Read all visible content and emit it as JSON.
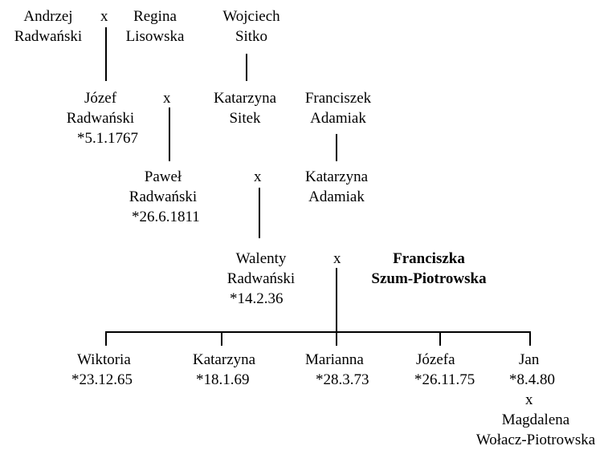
{
  "generation1": {
    "andrzej": {
      "given": "Andrzej",
      "surname": "Radwański"
    },
    "x": "x",
    "regina": {
      "given": "Regina",
      "surname": "Lisowska"
    },
    "wojciech": {
      "given": "Wojciech",
      "surname": "Sitko"
    }
  },
  "generation2": {
    "jozef": {
      "given": "Józef",
      "surname": "Radwański",
      "birth": "*5.1.1767"
    },
    "x": "x",
    "katarzyna": {
      "given": "Katarzyna",
      "surname": "Sitek"
    },
    "franciszek": {
      "given": "Franciszek",
      "surname": "Adamiak"
    }
  },
  "generation3": {
    "pawel": {
      "given": "Paweł",
      "surname": "Radwański",
      "birth": "*26.6.1811"
    },
    "x": "x",
    "katarzyna": {
      "given": "Katarzyna",
      "surname": "Adamiak"
    }
  },
  "generation4": {
    "walenty": {
      "given": "Walenty",
      "surname": "Radwański",
      "birth": "*14.2.36"
    },
    "x": "x",
    "franciszka": {
      "given": "Franciszka",
      "surname": "Szum-Piotrowska"
    }
  },
  "children": [
    {
      "given": "Wiktoria",
      "birth": "*23.12.65"
    },
    {
      "given": "Katarzyna",
      "birth": "*18.1.69"
    },
    {
      "given": "Marianna",
      "birth": "*28.3.73"
    },
    {
      "given": "Józefa",
      "birth": "*26.11.75"
    },
    {
      "given": "Jan",
      "birth": "*8.4.80",
      "x": "x",
      "spouse_given": "Magdalena",
      "spouse_surname": "Wołacz-Piotrowska"
    }
  ]
}
